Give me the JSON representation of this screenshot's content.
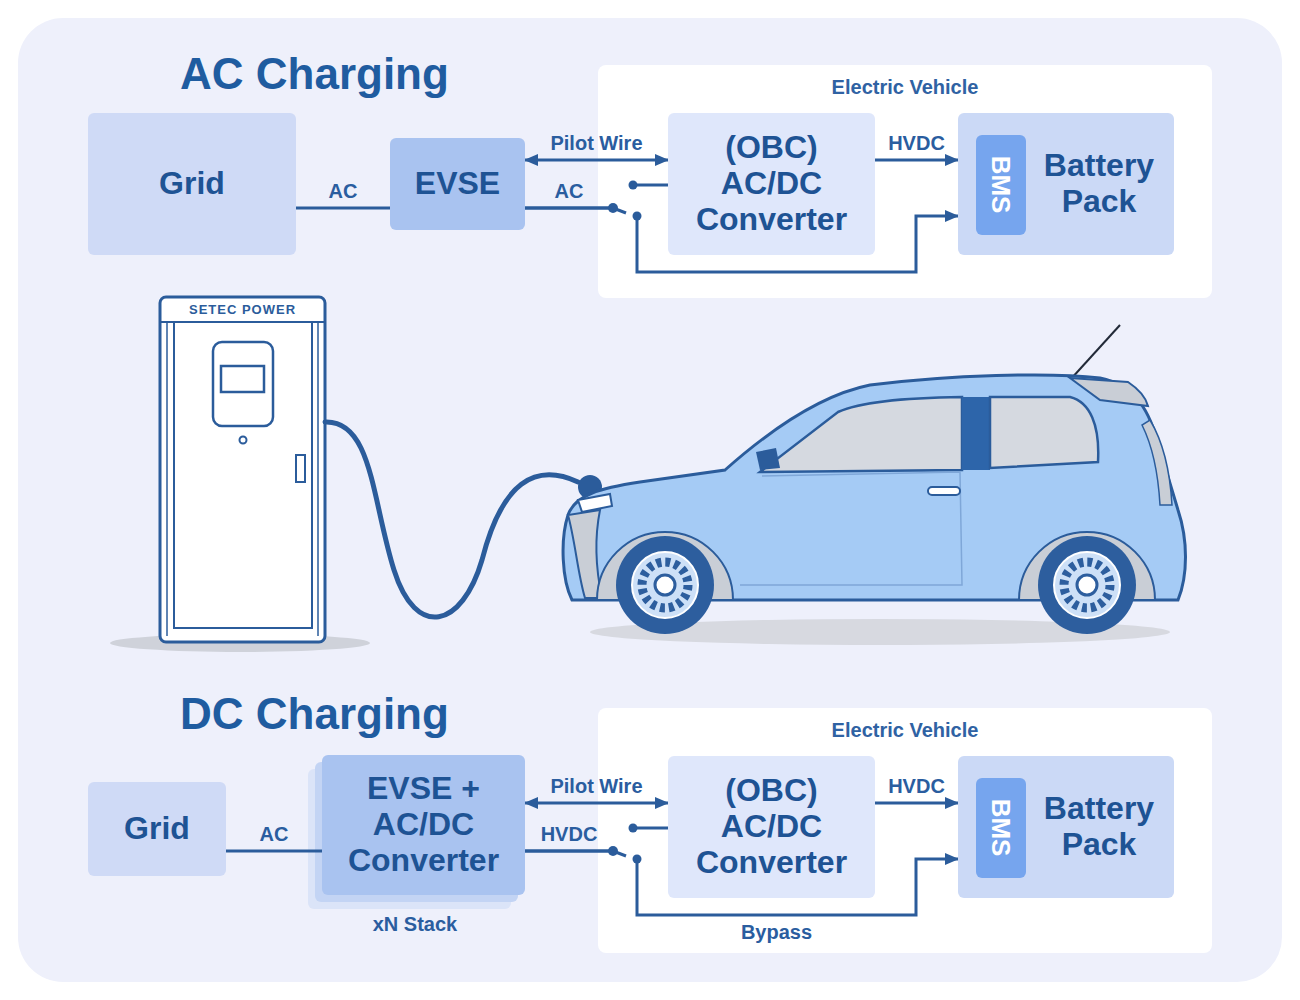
{
  "diagram": {
    "nodes": [
      {
        "text": [
          "Grid"
        ]
      },
      {
        "text": [
          "EVSE"
        ]
      },
      {
        "text": [
          "Electric Vehicle"
        ]
      },
      {
        "text": [
          "(OBC) AC/DC Converter"
        ],
        "in": 2
      },
      {
        "text": [
          "Battery Pack"
        ],
        "in": 2
      },
      {
        "text": [
          "BMS"
        ],
        "in": 4
      },
      {
        "text": [
          "Grid"
        ]
      },
      {
        "text": [
          "EVSE + AC/DC Converter"
        ]
      },
      {
        "text": [
          "Electric Vehicle"
        ]
      },
      {
        "text": [
          "(OBC) AC/DC Converter"
        ],
        "in": 8
      },
      {
        "text": [
          "Battery Pack"
        ],
        "in": 8
      },
      {
        "text": [
          "BMS"
        ],
        "in": 10
      }
    ],
    "edges": [
      {
        "from": 0,
        "to": 1,
        "label": "AC",
        "arrow": "none"
      },
      {
        "from": 1,
        "to": 3,
        "label": "Pilot Wire",
        "arrow": "both"
      },
      {
        "from": 1,
        "to": 3,
        "label": "AC",
        "arrow": "none"
      },
      {
        "from": 1,
        "to": 4,
        "arrow": "to"
      },
      {
        "from": 3,
        "to": 4,
        "label": "HVDC",
        "arrow": "to"
      },
      {
        "from": 6,
        "to": 7,
        "label": "AC",
        "arrow": "none"
      },
      {
        "from": 7,
        "to": 9,
        "label": "Pilot Wire",
        "arrow": "both"
      },
      {
        "from": 7,
        "to": 9,
        "label": "HVDC",
        "arrow": "none"
      },
      {
        "from": 7,
        "to": 10,
        "label": "Bypass",
        "arrow": "to"
      },
      {
        "from": 9,
        "to": 10,
        "label": "HVDC",
        "arrow": "to"
      }
    ],
    "labels": [
      "AC Charging",
      "SETEC POWER",
      "DC Charging",
      "xN Stack"
    ]
  }
}
